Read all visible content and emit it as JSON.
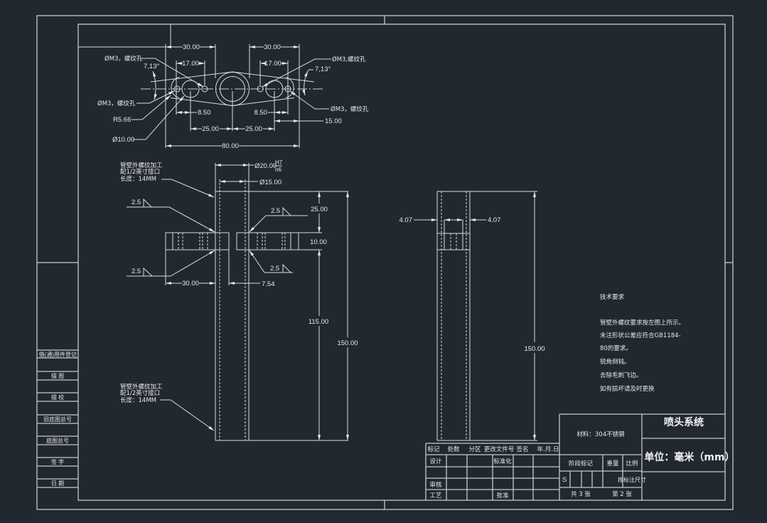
{
  "viewer": {
    "background": "#212830",
    "line_color": "#dcdcdc"
  },
  "top_view": {
    "dim_30_left": "30.00",
    "dim_30_right": "30.00",
    "dim_17_left": "17.00",
    "dim_17_right": "17.00",
    "dim_8_50_left": "8.50",
    "dim_8_50_right": "8.50",
    "dim_25_left": "25.00",
    "dim_25_right": "25.00",
    "dim_15": "15.00",
    "dim_80": "80.00",
    "angle_left": "7,13°",
    "angle_right": "7,13°",
    "callout_m3_upper_left": "ØM3，螺纹孔",
    "callout_m3_lower_left": "ØM3，螺纹孔",
    "callout_radius": "R5.66",
    "callout_dia10": "Ø10.00",
    "callout_m3_upper_right": "ØM3,螺纹孔",
    "callout_m3_lower_right": "ØM3，螺纹孔"
  },
  "front_view": {
    "thread_note_top": [
      "管壁外螺纹加工",
      "配1/2英寸接口",
      "长度：14MM"
    ],
    "thread_note_bottom": [
      "管壁外螺纹加工",
      "配1/2英寸接口",
      "长度：14MM"
    ],
    "dia_20": "Ø20.00",
    "fit_hole": "H7",
    "fit_shaft": "n6",
    "dia_15": "Ø15.00",
    "weld_sizes": [
      "2.5",
      "2.5",
      "2.5",
      "2.5"
    ],
    "dim_25": "25.00",
    "dim_10": "10.00",
    "dim_115": "115.00",
    "dim_150": "150.00",
    "dim_30": "30.00",
    "dim_7_54": "7.54"
  },
  "side_view": {
    "dim_4_07_left": "4.07",
    "dim_4_07_right": "4.07",
    "dim_150": "150.00"
  },
  "technical_requirements": {
    "heading": "技术要求",
    "lines": [
      "管壁外螺纹要求按左图上所示。",
      "未注形状公差应符合GB1184-",
      "80的要求。",
      "锐角倒钝。",
      "去除毛刺飞边。",
      "如有损坏请及时更换"
    ]
  },
  "title_block": {
    "revision_headers": [
      "标记",
      "处数",
      "分区",
      "更改文件号",
      "签名",
      "年.月.日"
    ],
    "design_label": "设计",
    "standardization_label": "标准化",
    "review_label": "审核",
    "process_label": "工艺",
    "approval_label": "批准",
    "material": "材料：304不锈钢",
    "stage_mark_label": "阶段标记",
    "weight_label": "重量",
    "scale_label": "比例",
    "stage_value": "S",
    "scale_value": "按标注尺寸",
    "sheet_total": "共 3 张",
    "sheet_number": "第 2 张",
    "drawing_title": "喷头系统",
    "unit": "单位：毫米（mm）"
  },
  "side_column": {
    "labels": [
      "借(通)用件登记",
      "描 图",
      "描 校",
      "旧底图总号",
      "底图总号",
      "签 字",
      "日 期"
    ]
  }
}
